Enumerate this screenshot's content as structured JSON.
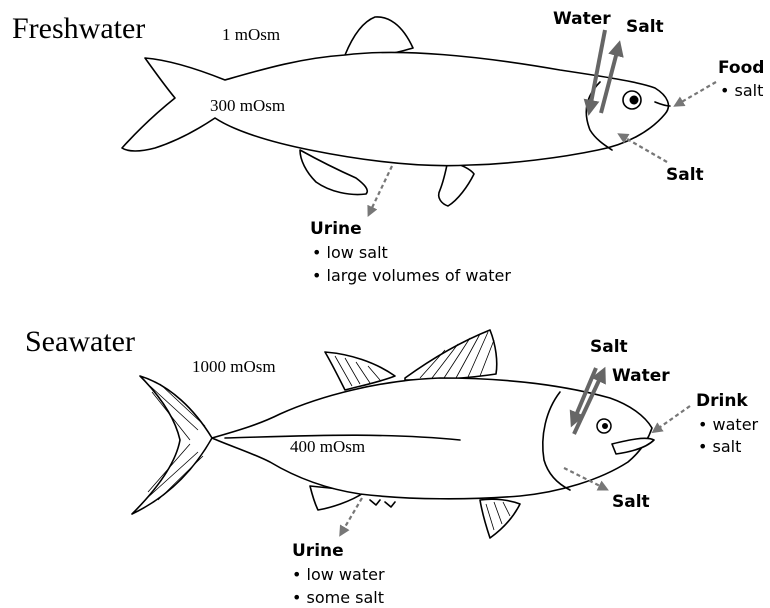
{
  "freshwater": {
    "title": "Freshwater",
    "env_osm": "1 mOsm",
    "body_osm": "300 mOsm",
    "arrow_water": "Water",
    "arrow_salt_out": "Salt",
    "arrow_salt_in": "Salt",
    "food_label": "Food",
    "food_items": [
      "• salt"
    ],
    "urine_label": "Urine",
    "urine_items": [
      "• low salt",
      "• large volumes of water"
    ]
  },
  "seawater": {
    "title": "Seawater",
    "env_osm": "1000 mOsm",
    "body_osm": "400 mOsm",
    "arrow_salt_in": "Salt",
    "arrow_water_out": "Water",
    "arrow_salt_out": "Salt",
    "drink_label": "Drink",
    "drink_items": [
      "• water",
      "• salt"
    ],
    "urine_label": "Urine",
    "urine_items": [
      "• low water",
      "• some salt"
    ]
  },
  "colors": {
    "arrow": "#666666",
    "dashed_arrow": "#777777",
    "ink": "#000000"
  }
}
